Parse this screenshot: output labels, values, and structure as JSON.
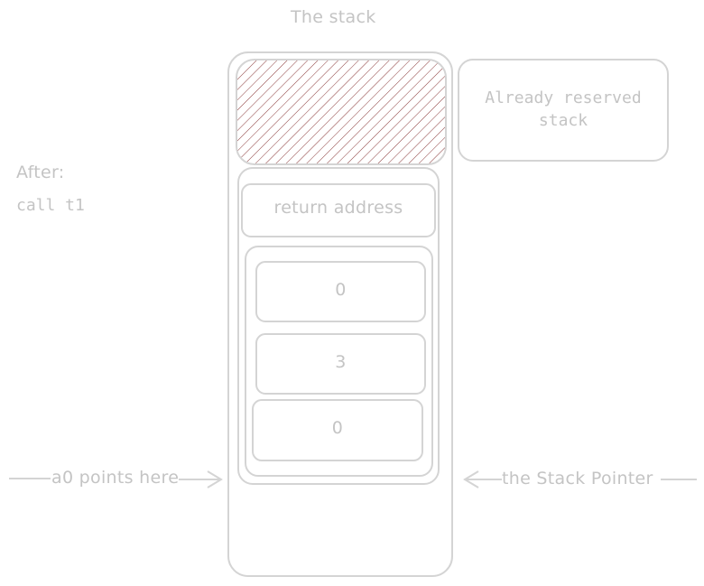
{
  "title": "The stack",
  "left_notes": {
    "line1": "After:",
    "line2": "call t1"
  },
  "reserved_label": "Already reserved stack",
  "stack": {
    "return_address": "return address",
    "values": [
      "0",
      "3",
      "0"
    ]
  },
  "arrows": {
    "left": "a0 points here",
    "right": "the Stack Pointer"
  },
  "colors": {
    "stroke": "#d4d4d4",
    "hatch": "#8b3a3a",
    "text": "#c4c4c4"
  }
}
